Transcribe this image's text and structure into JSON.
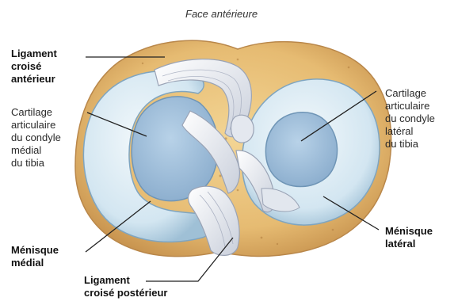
{
  "header": {
    "view": "Face antérieure"
  },
  "labels": {
    "acl": "Ligament\ncroisé\nantérieur",
    "cart_medial": "Cartilage\narticulaire\ndu condyle\nmédial\ndu tibia",
    "cart_lateral": "Cartilage\narticulaire\ndu condyle\nlatéral\ndu tibia",
    "men_medial": "Ménisque\nmédial",
    "men_lateral": "Ménisque\nlatéral",
    "pcl": "Ligament\ncroisé postérieur"
  },
  "colors": {
    "bone": "#e9c27c",
    "bone_dark": "#c9954a",
    "meniscus": "#d7eaf3",
    "cartilage": "#a9c7e0",
    "ligament": "#eef0f5",
    "leader": "#222222"
  }
}
